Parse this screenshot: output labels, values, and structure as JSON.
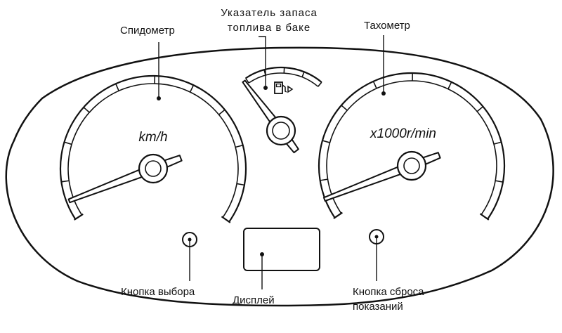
{
  "labels": {
    "speedometer": "Спидометр",
    "fuel_gauge_line1": "Указатель запаса",
    "fuel_gauge_line2": "топлива в баке",
    "tachometer": "Тахометр",
    "select_button": "Кнопка выбора",
    "display": "Дисплей",
    "reset_button_line1": "Кнопка сброса",
    "reset_button_line2": "показаний"
  },
  "dials": {
    "speed_unit": "km/h",
    "tacho_unit": "x1000r/min"
  },
  "icons": {
    "fuel": "fuel-pump-icon"
  },
  "colors": {
    "stroke": "#111111",
    "background": "#ffffff"
  }
}
